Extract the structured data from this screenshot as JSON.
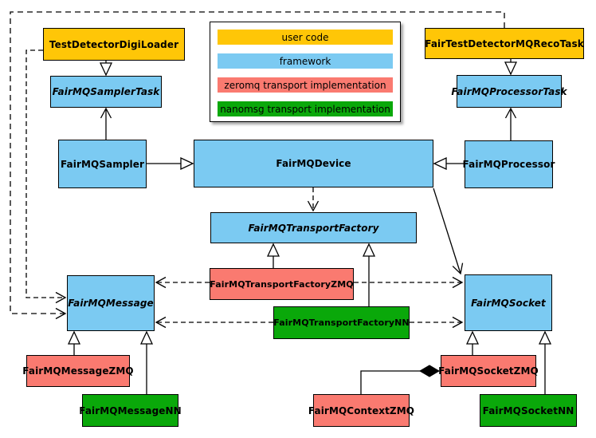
{
  "palette": {
    "user_code": "#FFC607",
    "framework": "#7BCAF2",
    "zeromq": "#FA7A70",
    "nanomsg": "#0AA80A",
    "line": "#000000"
  },
  "legend": {
    "items": [
      {
        "label": "user code",
        "type": "user_code"
      },
      {
        "label": "framework",
        "type": "framework"
      },
      {
        "label": "zeromq transport implementation",
        "type": "zeromq"
      },
      {
        "label": "nanomsg transport implementation",
        "type": "nanomsg"
      }
    ]
  },
  "nodes": {
    "testDetectorDigiLoader": {
      "label": "TestDetectorDigiLoader",
      "type": "user_code",
      "abstract": false
    },
    "fairTestDetectorMQRecoTask": {
      "label": "FairTestDetectorMQRecoTask",
      "type": "user_code",
      "abstract": false
    },
    "fairMQSamplerTask": {
      "label": "FairMQSamplerTask",
      "type": "framework",
      "abstract": true
    },
    "fairMQProcessorTask": {
      "label": "FairMQProcessorTask",
      "type": "framework",
      "abstract": true
    },
    "fairMQSampler": {
      "label": "FairMQSampler",
      "type": "framework",
      "abstract": false
    },
    "fairMQDevice": {
      "label": "FairMQDevice",
      "type": "framework",
      "abstract": false
    },
    "fairMQProcessor": {
      "label": "FairMQProcessor",
      "type": "framework",
      "abstract": false
    },
    "fairMQTransportFactory": {
      "label": "FairMQTransportFactory",
      "type": "framework",
      "abstract": true
    },
    "fairMQTransportFactoryZMQ": {
      "label": "FairMQTransportFactoryZMQ",
      "type": "zeromq",
      "abstract": false
    },
    "fairMQTransportFactoryNN": {
      "label": "FairMQTransportFactoryNN",
      "type": "nanomsg",
      "abstract": false
    },
    "fairMQMessage": {
      "label": "FairMQMessage",
      "type": "framework",
      "abstract": true
    },
    "fairMQSocket": {
      "label": "FairMQSocket",
      "type": "framework",
      "abstract": true
    },
    "fairMQMessageZMQ": {
      "label": "FairMQMessageZMQ",
      "type": "zeromq",
      "abstract": false
    },
    "fairMQMessageNN": {
      "label": "FairMQMessageNN",
      "type": "nanomsg",
      "abstract": false
    },
    "fairMQContextZMQ": {
      "label": "FairMQContextZMQ",
      "type": "zeromq",
      "abstract": false
    },
    "fairMQSocketZMQ": {
      "label": "FairMQSocketZMQ",
      "type": "zeromq",
      "abstract": false
    },
    "fairMQSocketNN": {
      "label": "FairMQSocketNN",
      "type": "nanomsg",
      "abstract": false
    }
  },
  "edges": [
    {
      "from": "TestDetectorDigiLoader",
      "to": "FairMQSamplerTask",
      "type": "inheritance"
    },
    {
      "from": "FairTestDetectorMQRecoTask",
      "to": "FairMQProcessorTask",
      "type": "inheritance"
    },
    {
      "from": "FairMQSampler",
      "to": "FairMQDevice",
      "type": "inheritance"
    },
    {
      "from": "FairMQProcessor",
      "to": "FairMQDevice",
      "type": "inheritance"
    },
    {
      "from": "FairMQSampler",
      "to": "FairMQSamplerTask",
      "type": "association"
    },
    {
      "from": "FairMQProcessor",
      "to": "FairMQProcessorTask",
      "type": "association"
    },
    {
      "from": "FairMQDevice",
      "to": "FairMQTransportFactory",
      "type": "dependency"
    },
    {
      "from": "FairMQDevice",
      "to": "FairMQSocket",
      "type": "association"
    },
    {
      "from": "TestDetectorDigiLoader",
      "to": "FairMQMessage",
      "type": "dependency"
    },
    {
      "from": "FairTestDetectorMQRecoTask",
      "to": "FairMQMessage",
      "type": "dependency"
    },
    {
      "from": "FairMQTransportFactoryZMQ",
      "to": "FairMQTransportFactory",
      "type": "inheritance"
    },
    {
      "from": "FairMQTransportFactoryNN",
      "to": "FairMQTransportFactory",
      "type": "inheritance"
    },
    {
      "from": "FairMQTransportFactoryZMQ",
      "to": "FairMQMessage",
      "type": "dependency"
    },
    {
      "from": "FairMQTransportFactoryZMQ",
      "to": "FairMQSocket",
      "type": "dependency"
    },
    {
      "from": "FairMQTransportFactoryNN",
      "to": "FairMQMessage",
      "type": "dependency"
    },
    {
      "from": "FairMQTransportFactoryNN",
      "to": "FairMQSocket",
      "type": "dependency"
    },
    {
      "from": "FairMQMessageZMQ",
      "to": "FairMQMessage",
      "type": "inheritance"
    },
    {
      "from": "FairMQMessageNN",
      "to": "FairMQMessage",
      "type": "inheritance"
    },
    {
      "from": "FairMQSocketZMQ",
      "to": "FairMQSocket",
      "type": "inheritance"
    },
    {
      "from": "FairMQSocketNN",
      "to": "FairMQSocket",
      "type": "inheritance"
    },
    {
      "from": "FairMQContextZMQ",
      "to": "FairMQSocketZMQ",
      "type": "composition"
    }
  ]
}
